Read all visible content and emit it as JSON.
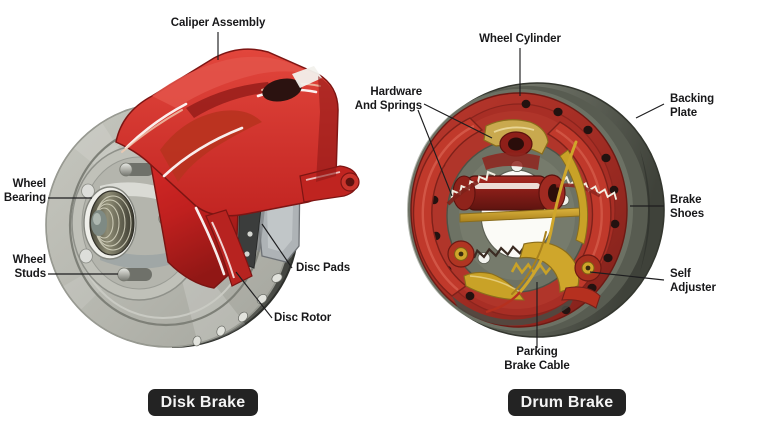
{
  "diagram": {
    "title_left": "Disk Brake",
    "title_right": "Drum Brake",
    "background_color": "#ffffff",
    "label_color": "#18181a",
    "badge_bg": "#232323",
    "badge_text_color": "#f4f4f4",
    "accent_red": "#c62026",
    "accent_dark_red": "#8e1b1b",
    "accent_brass": "#c9a227",
    "rotor_grey": "#b9bab2",
    "plate_green": "#6d7264"
  },
  "disk_brake": {
    "name": "Disk Brake",
    "labels": [
      {
        "id": "caliper-assembly",
        "text": "Caliper Assembly",
        "align": "center"
      },
      {
        "id": "wheel-bearing",
        "text": "Wheel\nBearing",
        "align": "right"
      },
      {
        "id": "wheel-studs",
        "text": "Wheel\nStuds",
        "align": "right"
      },
      {
        "id": "disc-pads",
        "text": "Disc Pads",
        "align": "left"
      },
      {
        "id": "disc-rotor",
        "text": "Disc Rotor",
        "align": "left"
      }
    ]
  },
  "drum_brake": {
    "name": "Drum Brake",
    "labels": [
      {
        "id": "wheel-cylinder",
        "text": "Wheel Cylinder",
        "align": "center"
      },
      {
        "id": "hardware-and-springs",
        "text": "Hardware\nAnd Springs",
        "align": "right"
      },
      {
        "id": "backing-plate",
        "text": "Backing\nPlate",
        "align": "left"
      },
      {
        "id": "brake-shoes",
        "text": "Brake\nShoes",
        "align": "left"
      },
      {
        "id": "self-adjuster",
        "text": "Self\nAdjuster",
        "align": "left"
      },
      {
        "id": "parking-brake-cable",
        "text": "Parking\nBrake Cable",
        "align": "center"
      }
    ]
  }
}
